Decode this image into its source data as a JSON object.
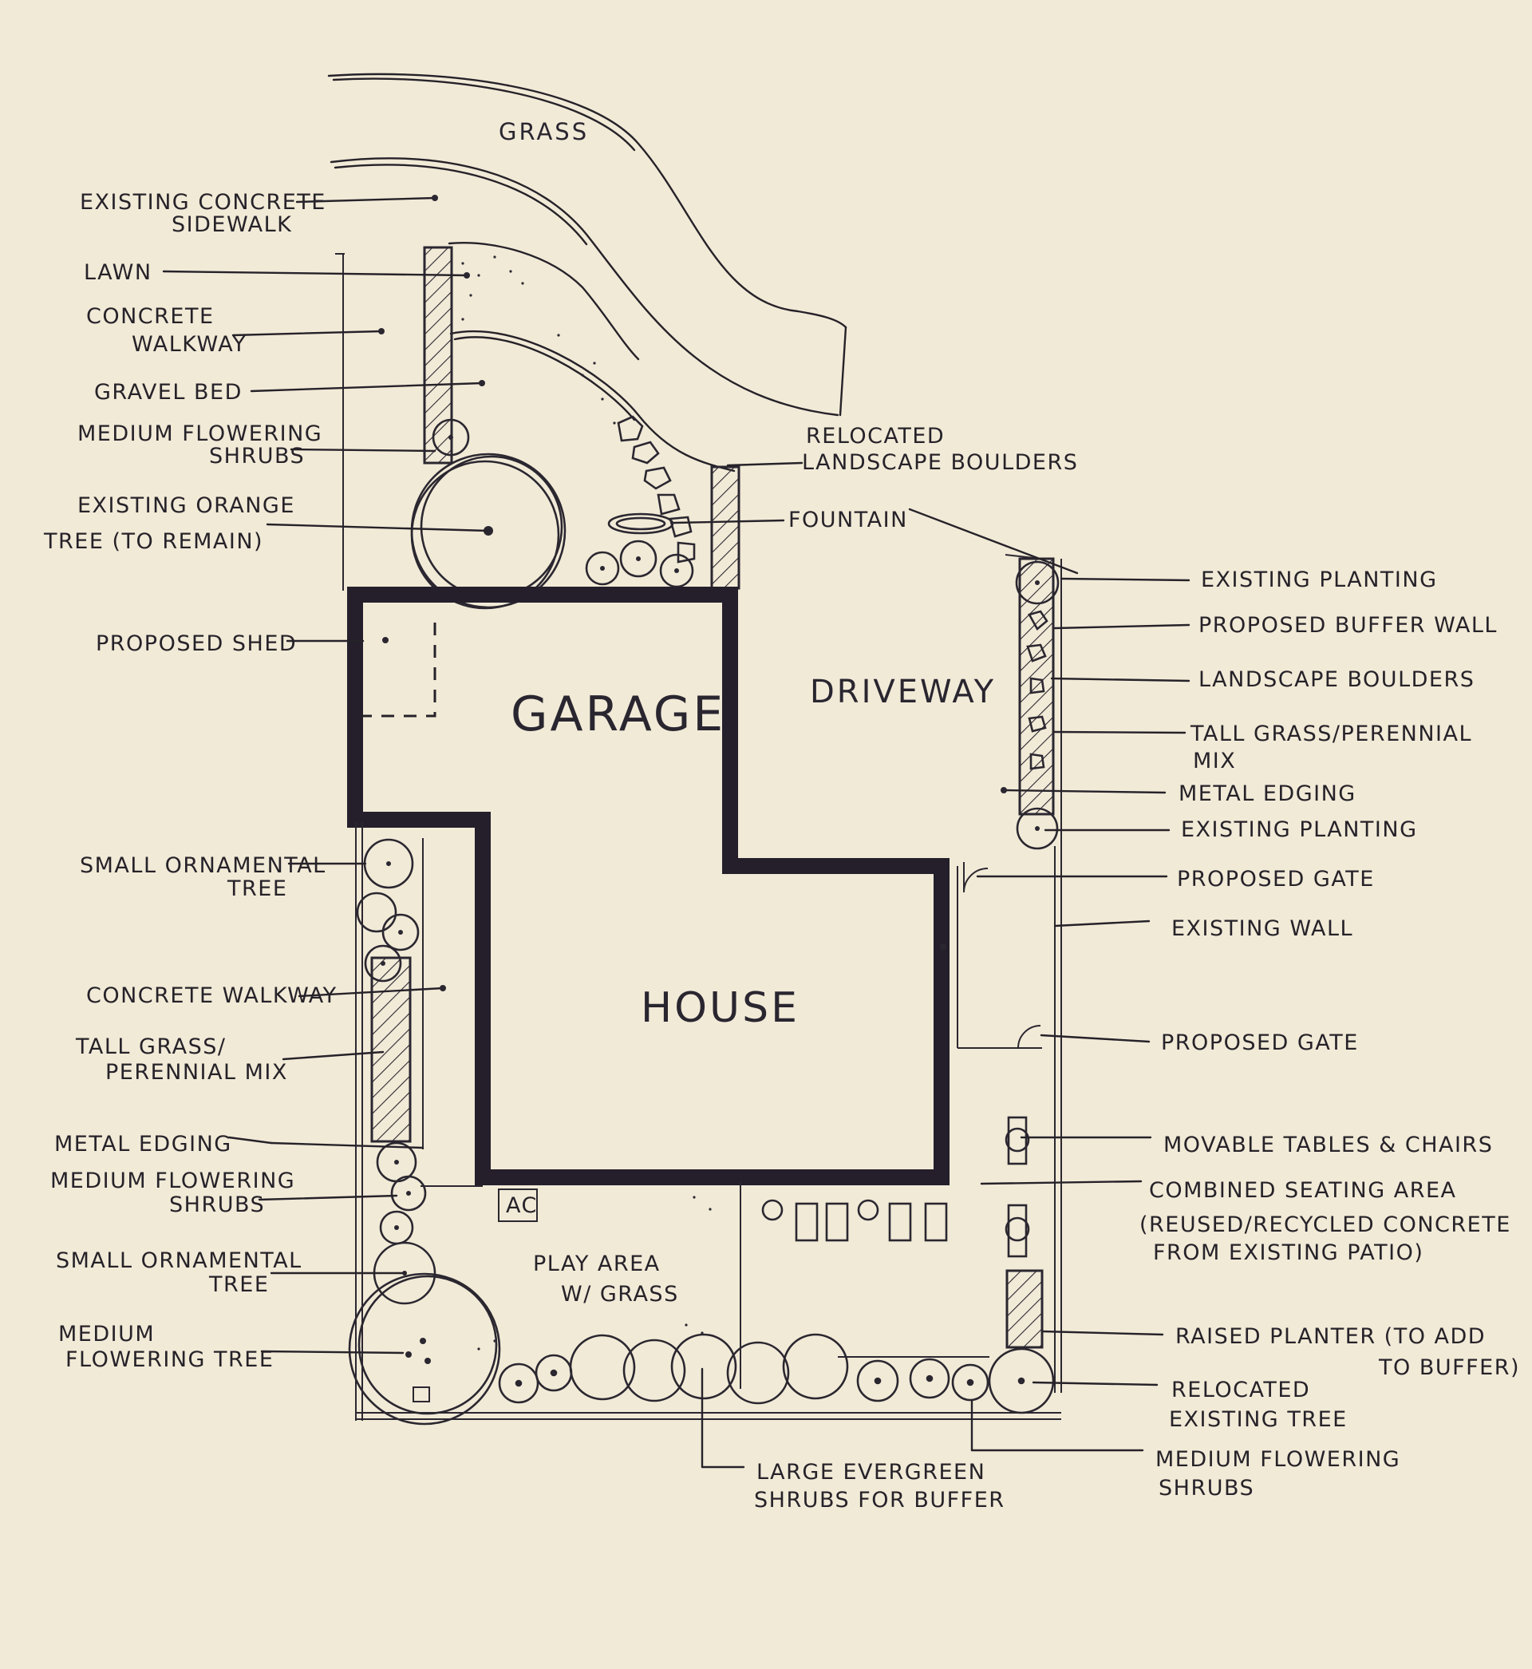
{
  "colors": {
    "paper": "#f1ead7",
    "ink": "#262229",
    "wall": "#241f2b"
  },
  "rooms": {
    "garage": "GARAGE",
    "driveway": "DRIVEWAY",
    "house": "HOUSE",
    "ac": "AC",
    "grass": "GRASS",
    "play_area": [
      "PLAY AREA",
      "W/ GRASS"
    ]
  },
  "labels_left": [
    {
      "id": "sidewalk",
      "lines": [
        "EXISTING CONCRETE",
        "SIDEWALK"
      ]
    },
    {
      "id": "lawn",
      "lines": [
        "LAWN"
      ]
    },
    {
      "id": "walkway-top",
      "lines": [
        "CONCRETE",
        "WALKWAY"
      ]
    },
    {
      "id": "gravel",
      "lines": [
        "GRAVEL BED"
      ]
    },
    {
      "id": "shrubs-top",
      "lines": [
        "MEDIUM FLOWERING",
        "SHRUBS"
      ]
    },
    {
      "id": "orange-tree",
      "lines": [
        "EXISTING ORANGE",
        "TREE (TO REMAIN)"
      ]
    },
    {
      "id": "shed",
      "lines": [
        "PROPOSED SHED"
      ]
    },
    {
      "id": "ornamental-1",
      "lines": [
        "SMALL ORNAMENTAL",
        "TREE"
      ]
    },
    {
      "id": "walkway-side",
      "lines": [
        "CONCRETE WALKWAY"
      ]
    },
    {
      "id": "grass-mix-left",
      "lines": [
        "TALL GRASS/",
        "PERENNIAL MIX"
      ]
    },
    {
      "id": "edging-left",
      "lines": [
        "METAL EDGING"
      ]
    },
    {
      "id": "shrubs-left",
      "lines": [
        "MEDIUM FLOWERING",
        "SHRUBS"
      ]
    },
    {
      "id": "ornamental-2",
      "lines": [
        "SMALL ORNAMENTAL",
        "TREE"
      ]
    },
    {
      "id": "flowering-tree",
      "lines": [
        "MEDIUM",
        "FLOWERING TREE"
      ]
    }
  ],
  "labels_right": [
    {
      "id": "boulders-relocated",
      "lines": [
        "RELOCATED",
        "LANDSCAPE BOULDERS"
      ]
    },
    {
      "id": "fountain",
      "lines": [
        "FOUNTAIN"
      ]
    },
    {
      "id": "planting-1",
      "lines": [
        "EXISTING PLANTING"
      ]
    },
    {
      "id": "buffer-wall",
      "lines": [
        "PROPOSED BUFFER WALL"
      ]
    },
    {
      "id": "boulders",
      "lines": [
        "LANDSCAPE BOULDERS"
      ]
    },
    {
      "id": "grass-mix-right",
      "lines": [
        "TALL GRASS/PERENNIAL",
        "MIX"
      ]
    },
    {
      "id": "edging-right",
      "lines": [
        "METAL EDGING"
      ]
    },
    {
      "id": "planting-2",
      "lines": [
        "EXISTING PLANTING"
      ]
    },
    {
      "id": "gate-1",
      "lines": [
        "PROPOSED GATE"
      ]
    },
    {
      "id": "existing-wall",
      "lines": [
        "EXISTING WALL"
      ]
    },
    {
      "id": "gate-2",
      "lines": [
        "PROPOSED GATE"
      ]
    },
    {
      "id": "tables",
      "lines": [
        "MOVABLE TABLES & CHAIRS"
      ]
    },
    {
      "id": "seating",
      "lines": [
        "COMBINED SEATING AREA",
        "(REUSED/RECYCLED CONCRETE",
        "FROM EXISTING PATIO)"
      ]
    },
    {
      "id": "raised-planter",
      "lines": [
        "RAISED PLANTER (TO ADD",
        "TO BUFFER)"
      ]
    },
    {
      "id": "relocated-tree",
      "lines": [
        "RELOCATED",
        "EXISTING TREE"
      ]
    },
    {
      "id": "shrubs-right",
      "lines": [
        "MEDIUM FLOWERING",
        "SHRUBS"
      ]
    }
  ],
  "labels_bottom": [
    {
      "id": "evergreen",
      "lines": [
        "LARGE EVERGREEN",
        "SHRUBS FOR BUFFER"
      ]
    }
  ]
}
